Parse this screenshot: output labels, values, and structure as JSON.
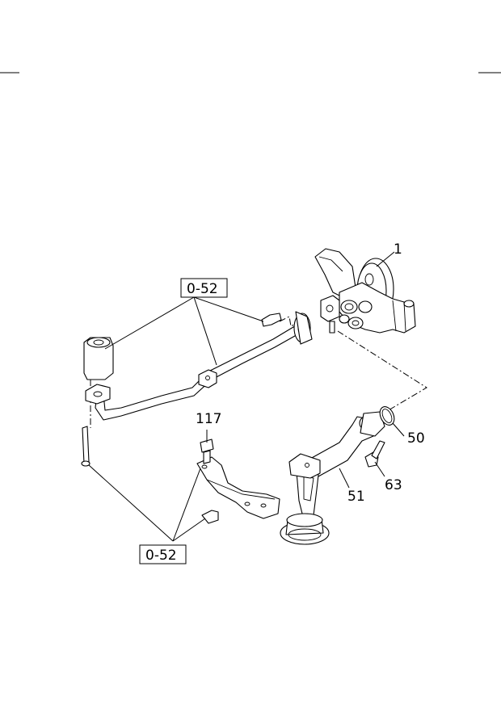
{
  "callouts": {
    "pump": "1",
    "oring": "50",
    "strainer": "51",
    "bolt": "63",
    "bracket_bolt": "117"
  },
  "references": {
    "upper": "0-52",
    "lower": "0-52"
  },
  "colors": {
    "ink": "#000000",
    "paper": "#ffffff"
  }
}
